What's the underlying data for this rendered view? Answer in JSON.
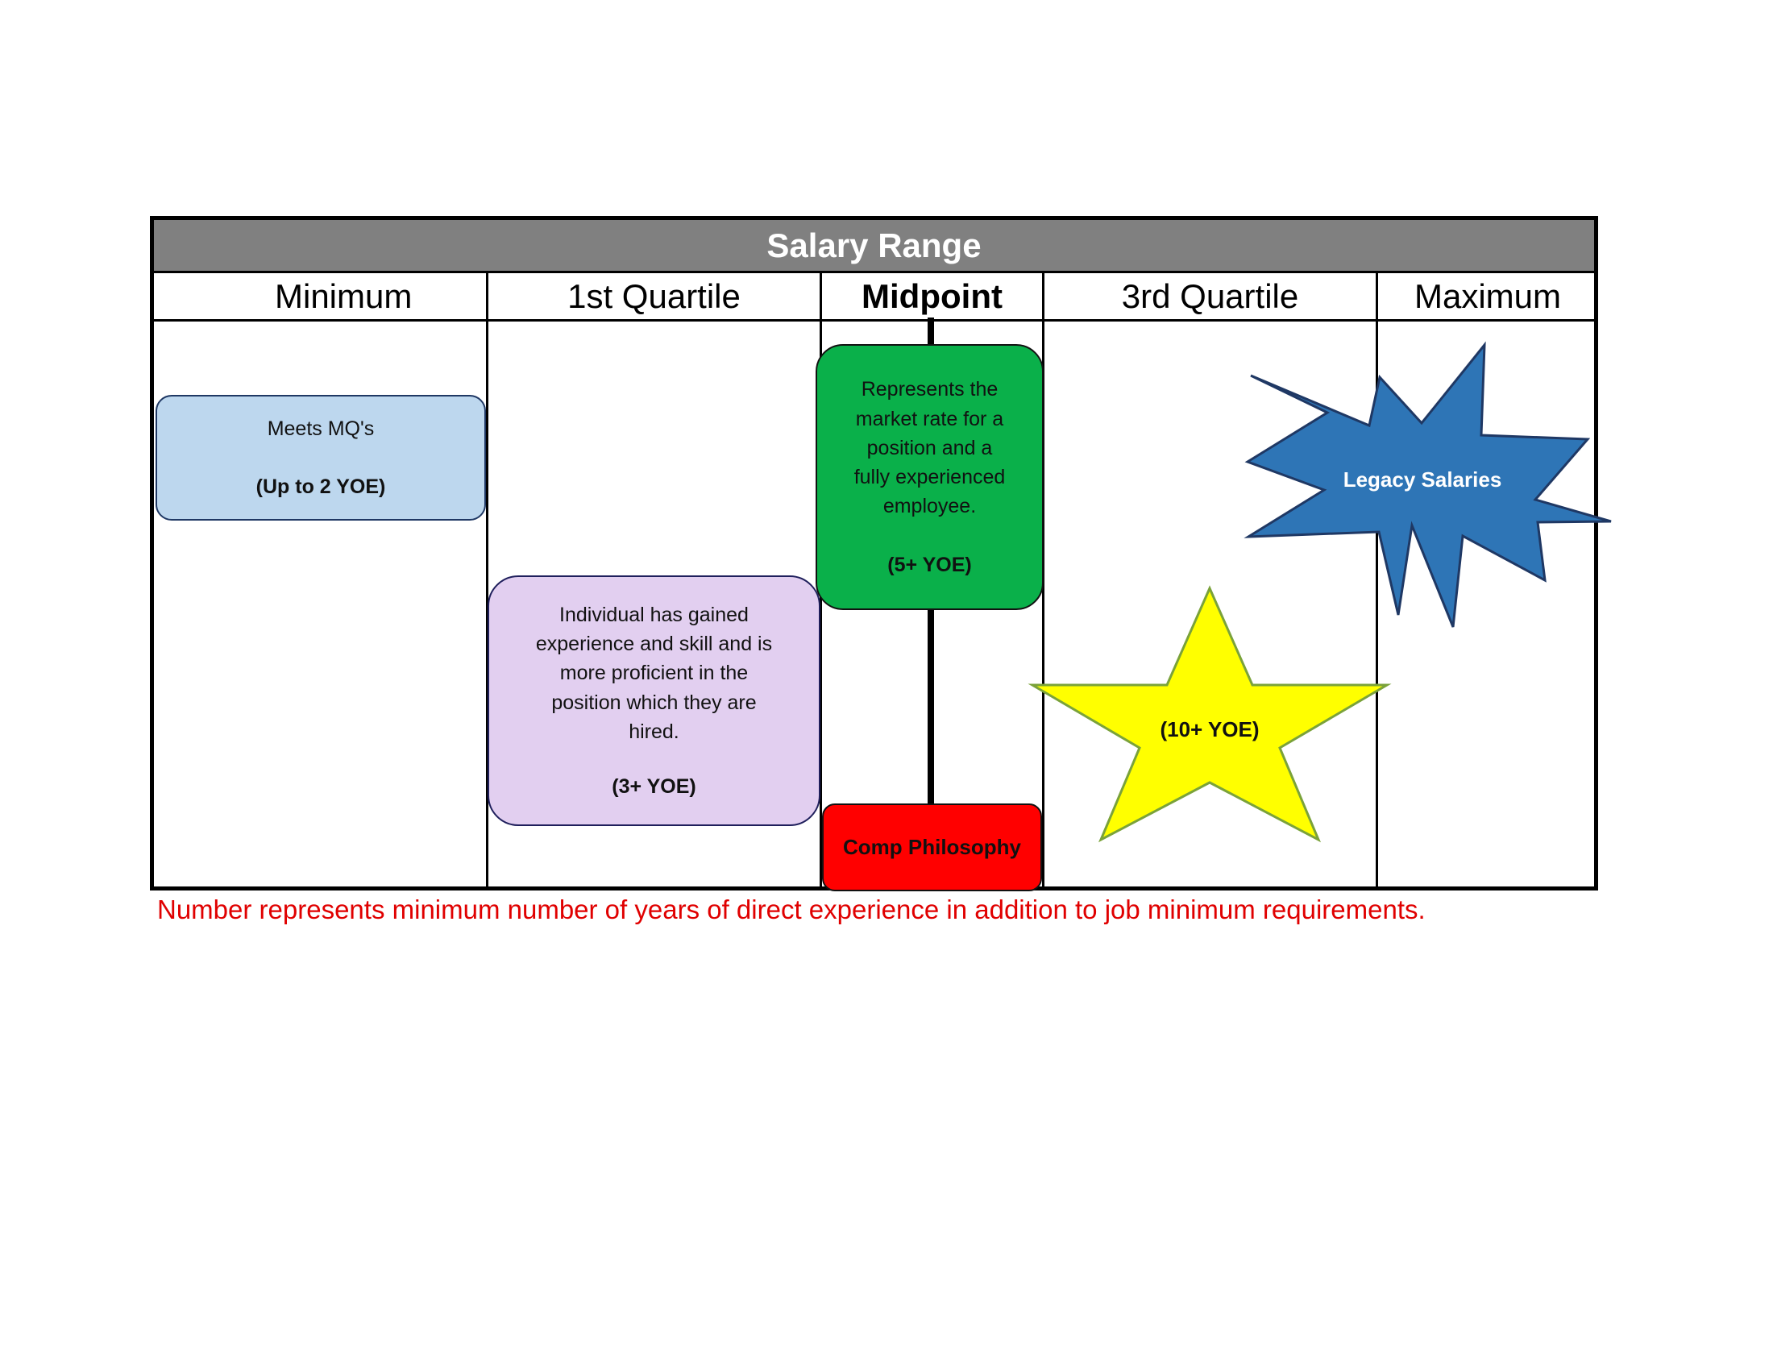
{
  "diagram": {
    "title": "Salary Range",
    "columns": [
      "Minimum",
      "1st Quartile",
      "Midpoint",
      "3rd Quartile",
      "Maximum"
    ],
    "boxes": {
      "minimum": {
        "text": "Meets MQ's",
        "yoe": "(Up to 2 YOE)",
        "fill": "#bdd7ee",
        "border": "#1f3864"
      },
      "first_quartile": {
        "lines": [
          "Individual has gained",
          "experience and skill and is",
          "more proficient in the",
          "position which they are",
          "hired."
        ],
        "yoe": "(3+ YOE)",
        "fill": "#e2cff0",
        "border": "#1f1f5c"
      },
      "midpoint": {
        "lines": [
          "Represents the",
          "market rate for a",
          "position and a",
          "fully experienced",
          "employee."
        ],
        "yoe": "(5+ YOE)",
        "fill": "#0ab04a",
        "border": "#111111"
      },
      "comp_philosophy": {
        "text": "Comp Philosophy",
        "fill": "#ff0000",
        "border": "#111111"
      }
    },
    "star": {
      "label": "(10+ YOE)",
      "fill": "#ffff00",
      "border": "#7aa23a"
    },
    "burst": {
      "label": "Legacy Salaries",
      "fill": "#2e75b6",
      "border": "#1f3864"
    },
    "footnote": "Number represents minimum number of years of direct experience in addition to job minimum requirements."
  }
}
